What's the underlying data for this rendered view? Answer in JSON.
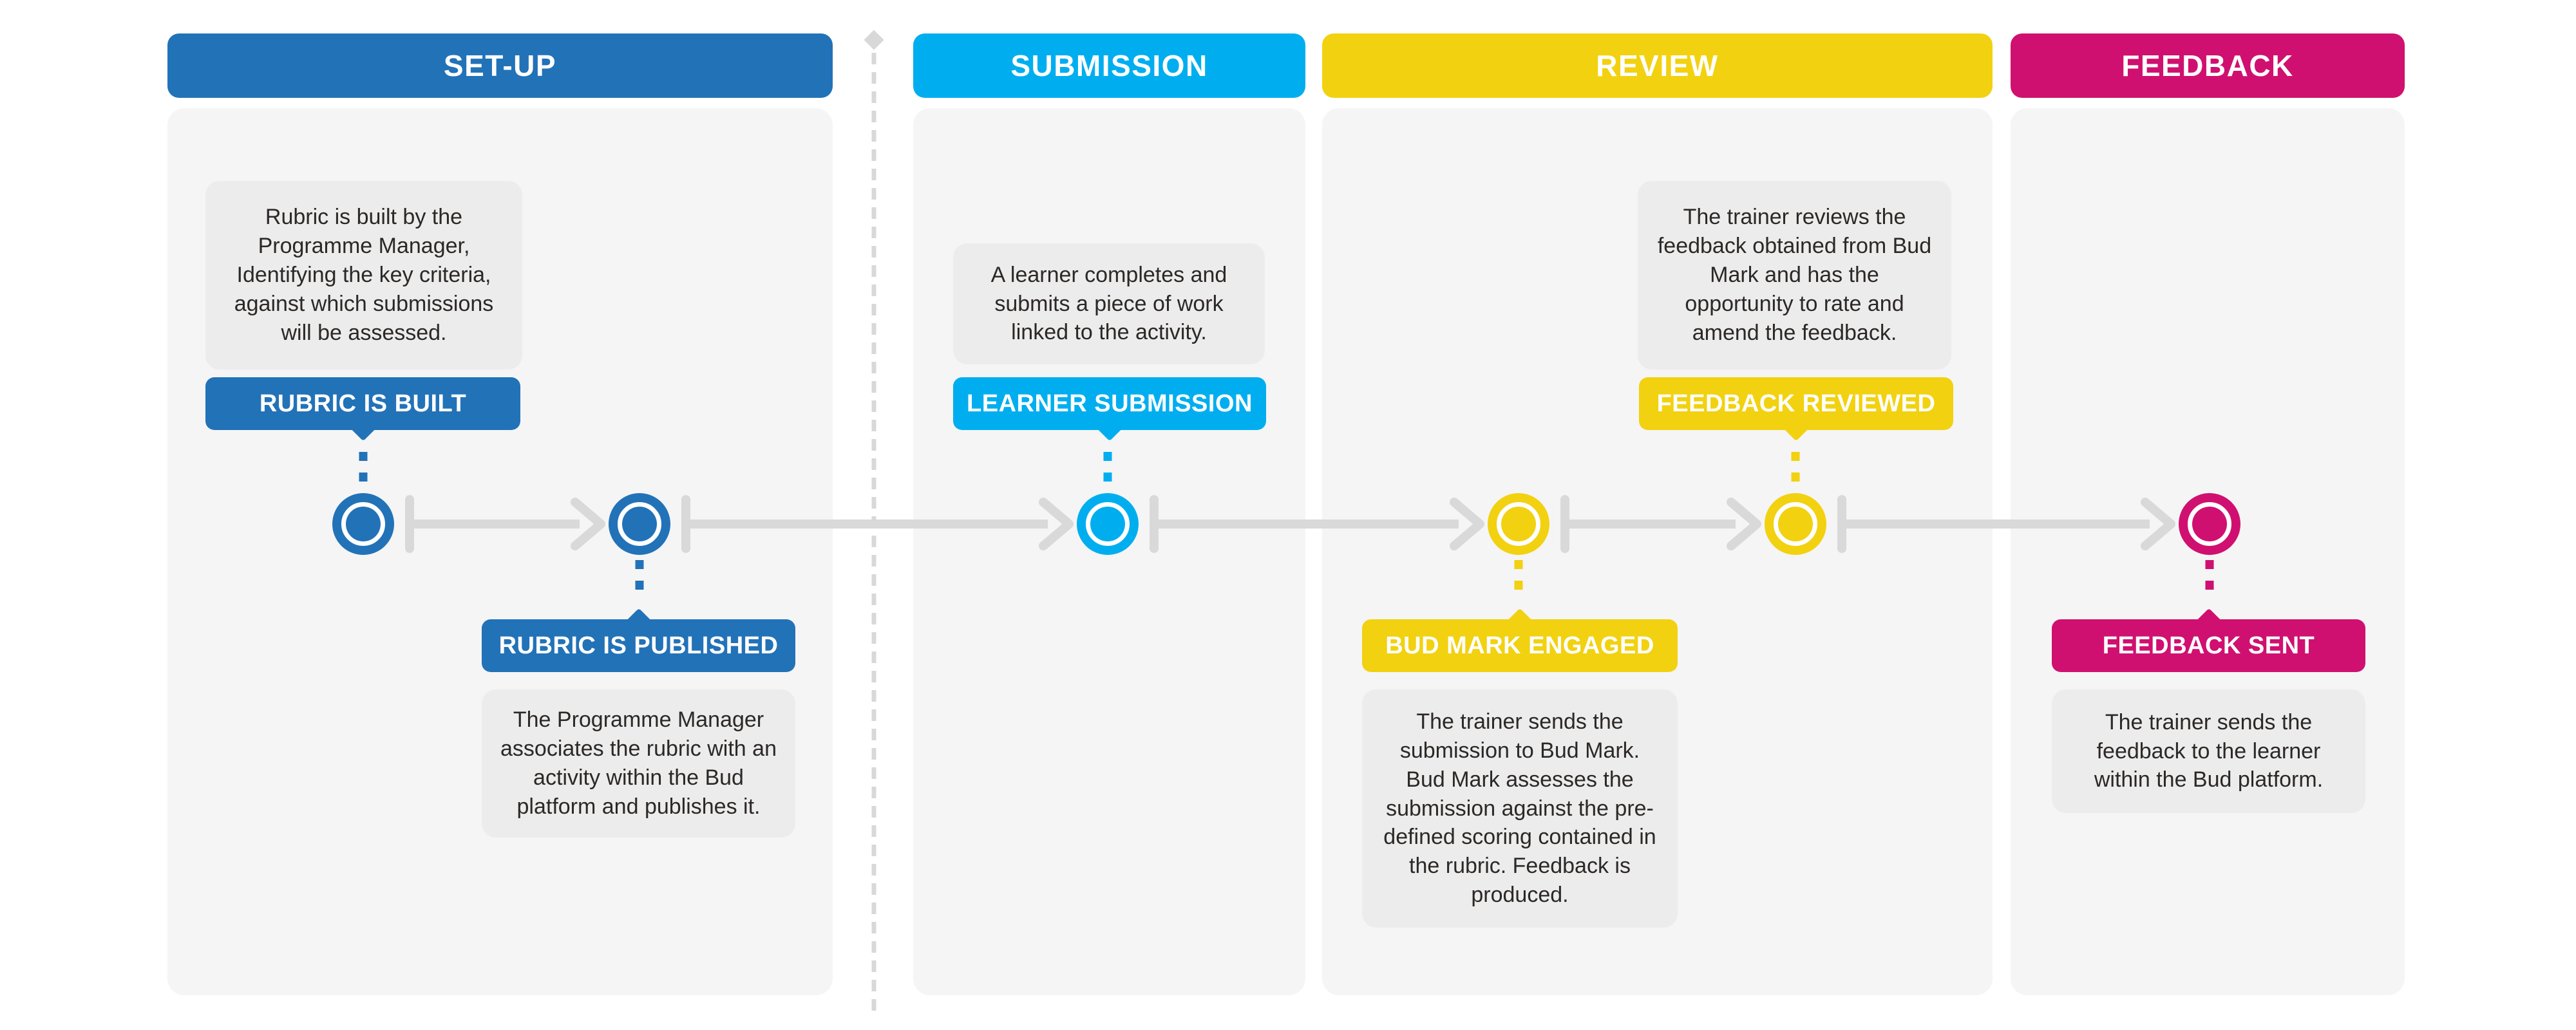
{
  "colors": {
    "setup": "#2272b8",
    "submission": "#00aeef",
    "review": "#f2d110",
    "feedback": "#d01070",
    "timeline": "#d9d9d9",
    "divider": "#d8d8d8",
    "panel_bg": "#f5f5f5",
    "box_bg": "#ececec",
    "body_text": "#2b2826"
  },
  "phases": [
    {
      "title": "SET-UP"
    },
    {
      "title": "SUBMISSION"
    },
    {
      "title": "REVIEW"
    },
    {
      "title": "FEEDBACK"
    }
  ],
  "milestones": [
    {
      "label": "RUBRIC IS BUILT",
      "description": "Rubric is built by the Programme Manager, Identifying the key criteria, against which submissions will be assessed.",
      "phase": "setup",
      "position": "above-line"
    },
    {
      "label": "RUBRIC IS PUBLISHED",
      "description": "The Programme Manager associates the rubric with an activity within the Bud platform and publishes it.",
      "phase": "setup",
      "position": "below-line"
    },
    {
      "label": "LEARNER SUBMISSION",
      "description": "A learner completes and submits a piece of work linked to the activity.",
      "phase": "submission",
      "position": "above-line"
    },
    {
      "label": "BUD MARK ENGAGED",
      "description": "The trainer sends the submission to Bud Mark. Bud Mark assesses the submission against the pre-defined scoring contained in the rubric. Feedback is produced.",
      "phase": "review",
      "position": "below-line"
    },
    {
      "label": "FEEDBACK REVIEWED",
      "description": "The trainer reviews the feedback obtained from Bud Mark and has the opportunity to rate and amend the feedback.",
      "phase": "review",
      "position": "above-line"
    },
    {
      "label": "FEEDBACK SENT",
      "description": "The trainer sends the feedback to the learner within the Bud platform.",
      "phase": "feedback",
      "position": "below-line"
    }
  ]
}
